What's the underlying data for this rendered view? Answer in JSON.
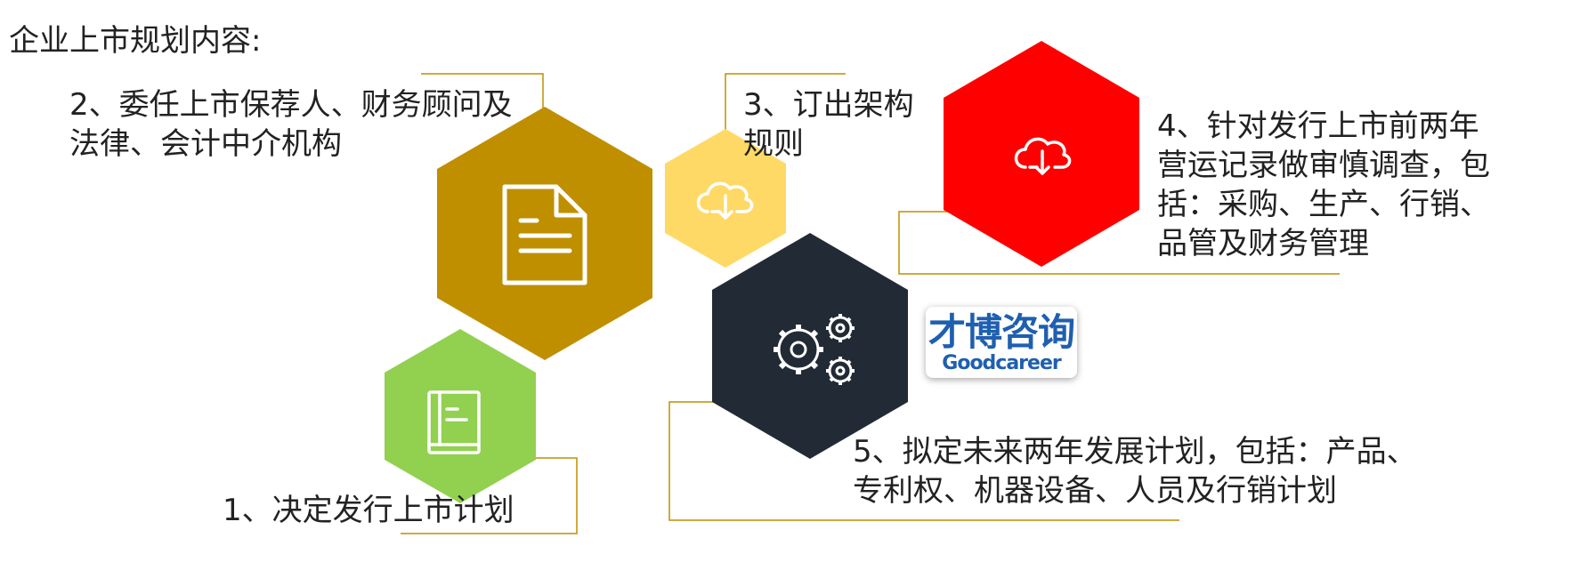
{
  "title": "企业上市规划内容:",
  "steps": [
    {
      "label": "1、决定发行上市计划",
      "icon": "book-icon",
      "color": "#92d050"
    },
    {
      "label": "2、委任上市保荐人、财务顾问及\n法律、会计中介机构",
      "icon": "document-icon",
      "color": "#bf8f00"
    },
    {
      "label": "3、订出架构\n    规则",
      "icon": "cloud-download-icon",
      "color": "#ffd966"
    },
    {
      "label": "4、针对发行上市前两年\n营运记录做审慎调查，包\n括：采购、生产、行销、\n品管及财务管理",
      "icon": "cloud-download-icon",
      "color": "#ff0000"
    },
    {
      "label": "5、拟定未来两年发展计划，包括：产品、\n专利权、机器设备、人员及行销计划",
      "icon": "gears-icon",
      "color": "#222a35"
    }
  ],
  "logo": {
    "name": "才博咨询",
    "english": "Goodcareer"
  },
  "leader_line_color": "#bf8f00"
}
